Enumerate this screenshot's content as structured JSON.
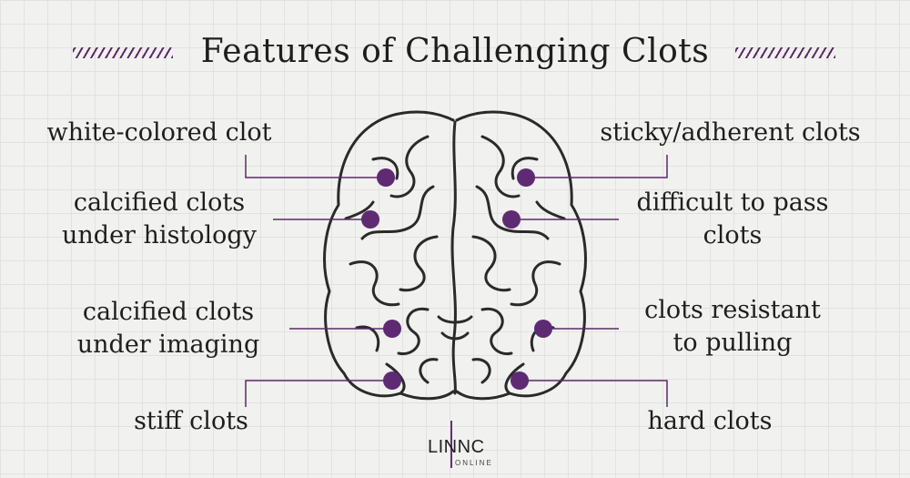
{
  "title": "Features of Challenging Clots",
  "colors": {
    "accent": "#5b2a66",
    "dot": "#5e2a72",
    "text": "#1e1e1e",
    "background": "#f1f1ef"
  },
  "left_features": [
    {
      "line1": "white-colored clot",
      "line2": ""
    },
    {
      "line1": "calcified clots",
      "line2": "under histology"
    },
    {
      "line1": "calcified clots",
      "line2": "under imaging"
    },
    {
      "line1": "stiff clots",
      "line2": ""
    }
  ],
  "right_features": [
    {
      "line1": "sticky/adherent clots",
      "line2": ""
    },
    {
      "line1": "difficult to pass",
      "line2": "clots"
    },
    {
      "line1": "clots resistant",
      "line2": "to pulling"
    },
    {
      "line1": "hard clots",
      "line2": ""
    }
  ],
  "logo": {
    "name": "LINNC",
    "sub": "ONLINE"
  },
  "icons": {
    "central": "brain-icon",
    "markers": "dot-marker-icon"
  }
}
